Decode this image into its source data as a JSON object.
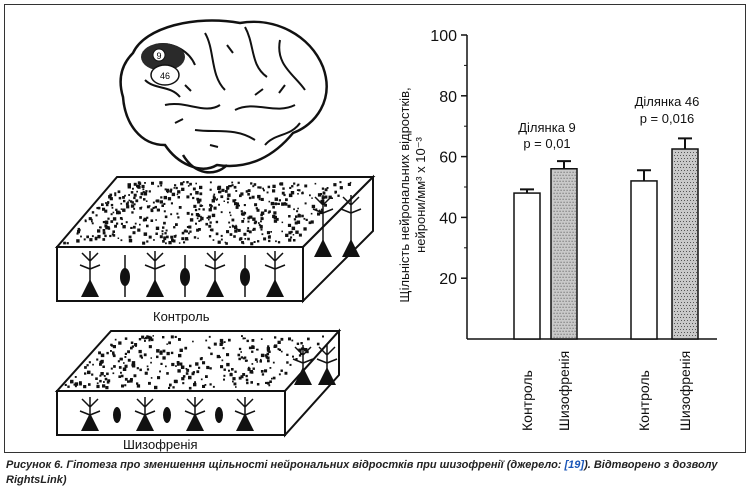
{
  "illustration": {
    "control_label": "Контроль",
    "schizophrenia_label": "Шизофренія",
    "brain_area_a": "9",
    "brain_area_b": "46"
  },
  "chart_data": {
    "type": "bar",
    "ylabel_line1": "Щільність нейрональних відростків,",
    "ylabel_line2": "нейрони/мм³ x 10⁻³",
    "ylim": [
      0,
      100
    ],
    "yticks": [
      20,
      40,
      60,
      80,
      100
    ],
    "categories": [
      "Контроль",
      "Шизофренія",
      "Контроль",
      "Шизофренія"
    ],
    "groups": [
      {
        "name": "Ділянка 9",
        "p_label": "p = 0,01"
      },
      {
        "name": "Ділянка 46",
        "p_label": "p = 0,016"
      }
    ],
    "values": [
      48,
      56,
      52,
      62.5
    ],
    "errors": [
      1.2,
      2.5,
      3.5,
      3.5
    ],
    "fills": [
      "#ffffff",
      "#c9c9c9",
      "#ffffff",
      "#c9c9c9"
    ]
  },
  "caption": {
    "text1": "Рисунок 6. Гіпотеза про зменшення щільності нейрональних відростків при шизофренії (джерело: ",
    "ref": "[19]",
    "text2": "). Відтворено з дозволу RightsLink)"
  }
}
